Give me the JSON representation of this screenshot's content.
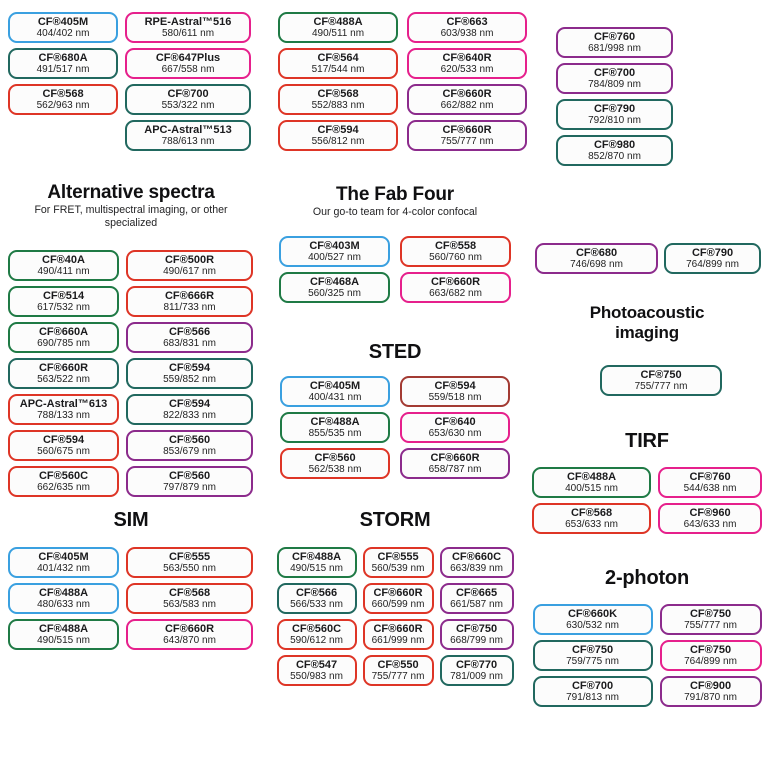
{
  "palette": {
    "blue": "#3AA0E0",
    "green": "#1F7A45",
    "teal": "#21685F",
    "red": "#DE3526",
    "darkred": "#A33B33",
    "magenta": "#E6208C",
    "purple": "#8C2B8C",
    "text": "#1b1b1d",
    "pill_bg": "#fcfcfc"
  },
  "chart_data": {
    "type": "table",
    "sections": [
      {
        "key": "top-left",
        "columns": [
          [
            {
              "name": "CF®405M",
              "ex_em": "404/402 nm",
              "color": "blue"
            },
            {
              "name": "CF®680A",
              "ex_em": "491/517 nm",
              "color": "teal"
            },
            {
              "name": "CF®568",
              "ex_em": "562/963 nm",
              "color": "red"
            }
          ],
          [
            {
              "name": "RPE-Astral™516",
              "ex_em": "580/611 nm",
              "color": "magenta"
            },
            {
              "name": "CF®647Plus",
              "ex_em": "667/558 nm",
              "color": "magenta"
            },
            {
              "name": "CF®700",
              "ex_em": "553/322 nm",
              "color": "teal"
            },
            {
              "name": "APC-Astral™513",
              "ex_em": "788/613 nm",
              "color": "teal"
            }
          ]
        ]
      },
      {
        "key": "top-middle",
        "columns": [
          [
            {
              "name": "CF®488A",
              "ex_em": "490/511 nm",
              "color": "green"
            },
            {
              "name": "CF®564",
              "ex_em": "517/544 nm",
              "color": "red"
            },
            {
              "name": "CF®568",
              "ex_em": "552/883 nm",
              "color": "red"
            },
            {
              "name": "CF®594",
              "ex_em": "556/812 nm",
              "color": "red"
            }
          ],
          [
            {
              "name": "CF®663",
              "ex_em": "603/938 nm",
              "color": "magenta"
            },
            {
              "name": "CF®640R",
              "ex_em": "620/533 nm",
              "color": "magenta"
            },
            {
              "name": "CF®660R",
              "ex_em": "662/882 nm",
              "color": "purple"
            },
            {
              "name": "CF®660R",
              "ex_em": "755/777 nm",
              "color": "purple"
            }
          ]
        ]
      },
      {
        "key": "top-right",
        "columns": [
          [
            {
              "name": "CF®760",
              "ex_em": "681/998 nm",
              "color": "purple"
            },
            {
              "name": "CF®700",
              "ex_em": "784/809 nm",
              "color": "purple"
            },
            {
              "name": "CF®790",
              "ex_em": "792/810 nm",
              "color": "teal"
            },
            {
              "name": "CF®980",
              "ex_em": "852/870 nm",
              "color": "teal"
            }
          ]
        ]
      },
      {
        "key": "alternative-spectra",
        "title": "Alternative spectra",
        "subtitle": "For FRET, multispectral imaging, or other specialized",
        "columns": [
          [
            {
              "name": "CF®40A",
              "ex_em": "490/411 nm",
              "color": "green"
            },
            {
              "name": "CF®514",
              "ex_em": "617/532 nm",
              "color": "green"
            },
            {
              "name": "CF®660A",
              "ex_em": "690/785 nm",
              "color": "green"
            },
            {
              "name": "CF®660R",
              "ex_em": "563/522 nm",
              "color": "teal"
            },
            {
              "name": "APC-Astral™613",
              "ex_em": "788/133 nm",
              "color": "red"
            },
            {
              "name": "CF®594",
              "ex_em": "560/675 nm",
              "color": "red"
            },
            {
              "name": "CF®560C",
              "ex_em": "662/635 nm",
              "color": "red"
            }
          ],
          [
            {
              "name": "CF®500R",
              "ex_em": "490/617 nm",
              "color": "red"
            },
            {
              "name": "CF®666R",
              "ex_em": "811/733 nm",
              "color": "red"
            },
            {
              "name": "CF®566",
              "ex_em": "683/831 nm",
              "color": "purple"
            },
            {
              "name": "CF®594",
              "ex_em": "559/852 nm",
              "color": "teal"
            },
            {
              "name": "CF®594",
              "ex_em": "822/833 nm",
              "color": "teal"
            },
            {
              "name": "CF®560",
              "ex_em": "853/679 nm",
              "color": "purple"
            },
            {
              "name": "CF®560",
              "ex_em": "797/879 nm",
              "color": "purple"
            }
          ]
        ]
      },
      {
        "key": "fab-four",
        "title": "The Fab Four",
        "subtitle": "Our go-to team for 4-color confocal",
        "columns": [
          [
            {
              "name": "CF®403M",
              "ex_em": "400/527 nm",
              "color": "blue"
            },
            {
              "name": "CF®468A",
              "ex_em": "560/325 nm",
              "color": "green"
            }
          ],
          [
            {
              "name": "CF®558",
              "ex_em": "560/760 nm",
              "color": "red"
            },
            {
              "name": "CF®660R",
              "ex_em": "663/682 nm",
              "color": "magenta"
            }
          ]
        ]
      },
      {
        "key": "sted",
        "title": "STED",
        "columns": [
          [
            {
              "name": "CF®405M",
              "ex_em": "400/431 nm",
              "color": "blue"
            },
            {
              "name": "CF®488A",
              "ex_em": "855/535 nm",
              "color": "green"
            },
            {
              "name": "CF®560",
              "ex_em": "562/538 nm",
              "color": "red"
            }
          ],
          [
            {
              "name": "CF®594",
              "ex_em": "559/518 nm",
              "color": "darkred"
            },
            {
              "name": "CF®640",
              "ex_em": "653/630 nm",
              "color": "magenta"
            },
            {
              "name": "CF®660R",
              "ex_em": "658/787 nm",
              "color": "purple"
            }
          ]
        ]
      },
      {
        "key": "sim",
        "title": "SIM",
        "columns": [
          [
            {
              "name": "CF®405M",
              "ex_em": "401/432 nm",
              "color": "blue"
            },
            {
              "name": "CF®488A",
              "ex_em": "480/633 nm",
              "color": "blue"
            },
            {
              "name": "CF®488A",
              "ex_em": "490/515 nm",
              "color": "green"
            }
          ],
          [
            {
              "name": "CF®555",
              "ex_em": "563/550 nm",
              "color": "red"
            },
            {
              "name": "CF®568",
              "ex_em": "563/583 nm",
              "color": "red"
            },
            {
              "name": "CF®660R",
              "ex_em": "643/870 nm",
              "color": "magenta"
            }
          ]
        ]
      },
      {
        "key": "storm",
        "title": "STORM",
        "columns": [
          [
            {
              "name": "CF®488A",
              "ex_em": "490/515 nm",
              "color": "green"
            },
            {
              "name": "CF®566",
              "ex_em": "566/533 nm",
              "color": "teal"
            },
            {
              "name": "CF®560C",
              "ex_em": "590/612 nm",
              "color": "red"
            },
            {
              "name": "CF®547",
              "ex_em": "550/983 nm",
              "color": "red"
            }
          ],
          [
            {
              "name": "CF®555",
              "ex_em": "560/539 nm",
              "color": "red"
            },
            {
              "name": "CF®660R",
              "ex_em": "660/599 nm",
              "color": "red"
            },
            {
              "name": "CF®660R",
              "ex_em": "661/999 nm",
              "color": "red"
            },
            {
              "name": "CF®550",
              "ex_em": "755/777 nm",
              "color": "red"
            }
          ],
          [
            {
              "name": "CF®660C",
              "ex_em": "663/839 nm",
              "color": "purple"
            },
            {
              "name": "CF®665",
              "ex_em": "661/587 nm",
              "color": "purple"
            },
            {
              "name": "CF®750",
              "ex_em": "668/799 nm",
              "color": "purple"
            },
            {
              "name": "CF®770",
              "ex_em": "781/009 nm",
              "color": "teal"
            }
          ]
        ]
      },
      {
        "key": "near-ir-pair",
        "columns": [
          [
            {
              "name": "CF®680",
              "ex_em": "746/698 nm",
              "color": "purple"
            }
          ],
          [
            {
              "name": "CF®790",
              "ex_em": "764/899 nm",
              "color": "teal"
            }
          ]
        ]
      },
      {
        "key": "photoacoustic",
        "title": "Photoacoustic imaging",
        "columns": [
          [
            {
              "name": "CF®750",
              "ex_em": "755/777 nm",
              "color": "teal"
            }
          ]
        ]
      },
      {
        "key": "tirf",
        "title": "TIRF",
        "columns": [
          [
            {
              "name": "CF®488A",
              "ex_em": "400/515 nm",
              "color": "green"
            },
            {
              "name": "CF®568",
              "ex_em": "653/633 nm",
              "color": "red"
            }
          ],
          [
            {
              "name": "CF®760",
              "ex_em": "544/638 nm",
              "color": "magenta"
            },
            {
              "name": "CF®960",
              "ex_em": "643/633 nm",
              "color": "magenta"
            }
          ]
        ]
      },
      {
        "key": "two-photon",
        "title": "2-photon",
        "columns": [
          [
            {
              "name": "CF®660K",
              "ex_em": "630/532 nm",
              "color": "blue"
            },
            {
              "name": "CF®750",
              "ex_em": "759/775 nm",
              "color": "teal"
            },
            {
              "name": "CF®700",
              "ex_em": "791/813 nm",
              "color": "teal"
            }
          ],
          [
            {
              "name": "CF®750",
              "ex_em": "755/777 nm",
              "color": "purple"
            },
            {
              "name": "CF®750",
              "ex_em": "764/899 nm",
              "color": "magenta"
            },
            {
              "name": "CF®900",
              "ex_em": "791/870 nm",
              "color": "purple"
            }
          ]
        ]
      }
    ]
  }
}
